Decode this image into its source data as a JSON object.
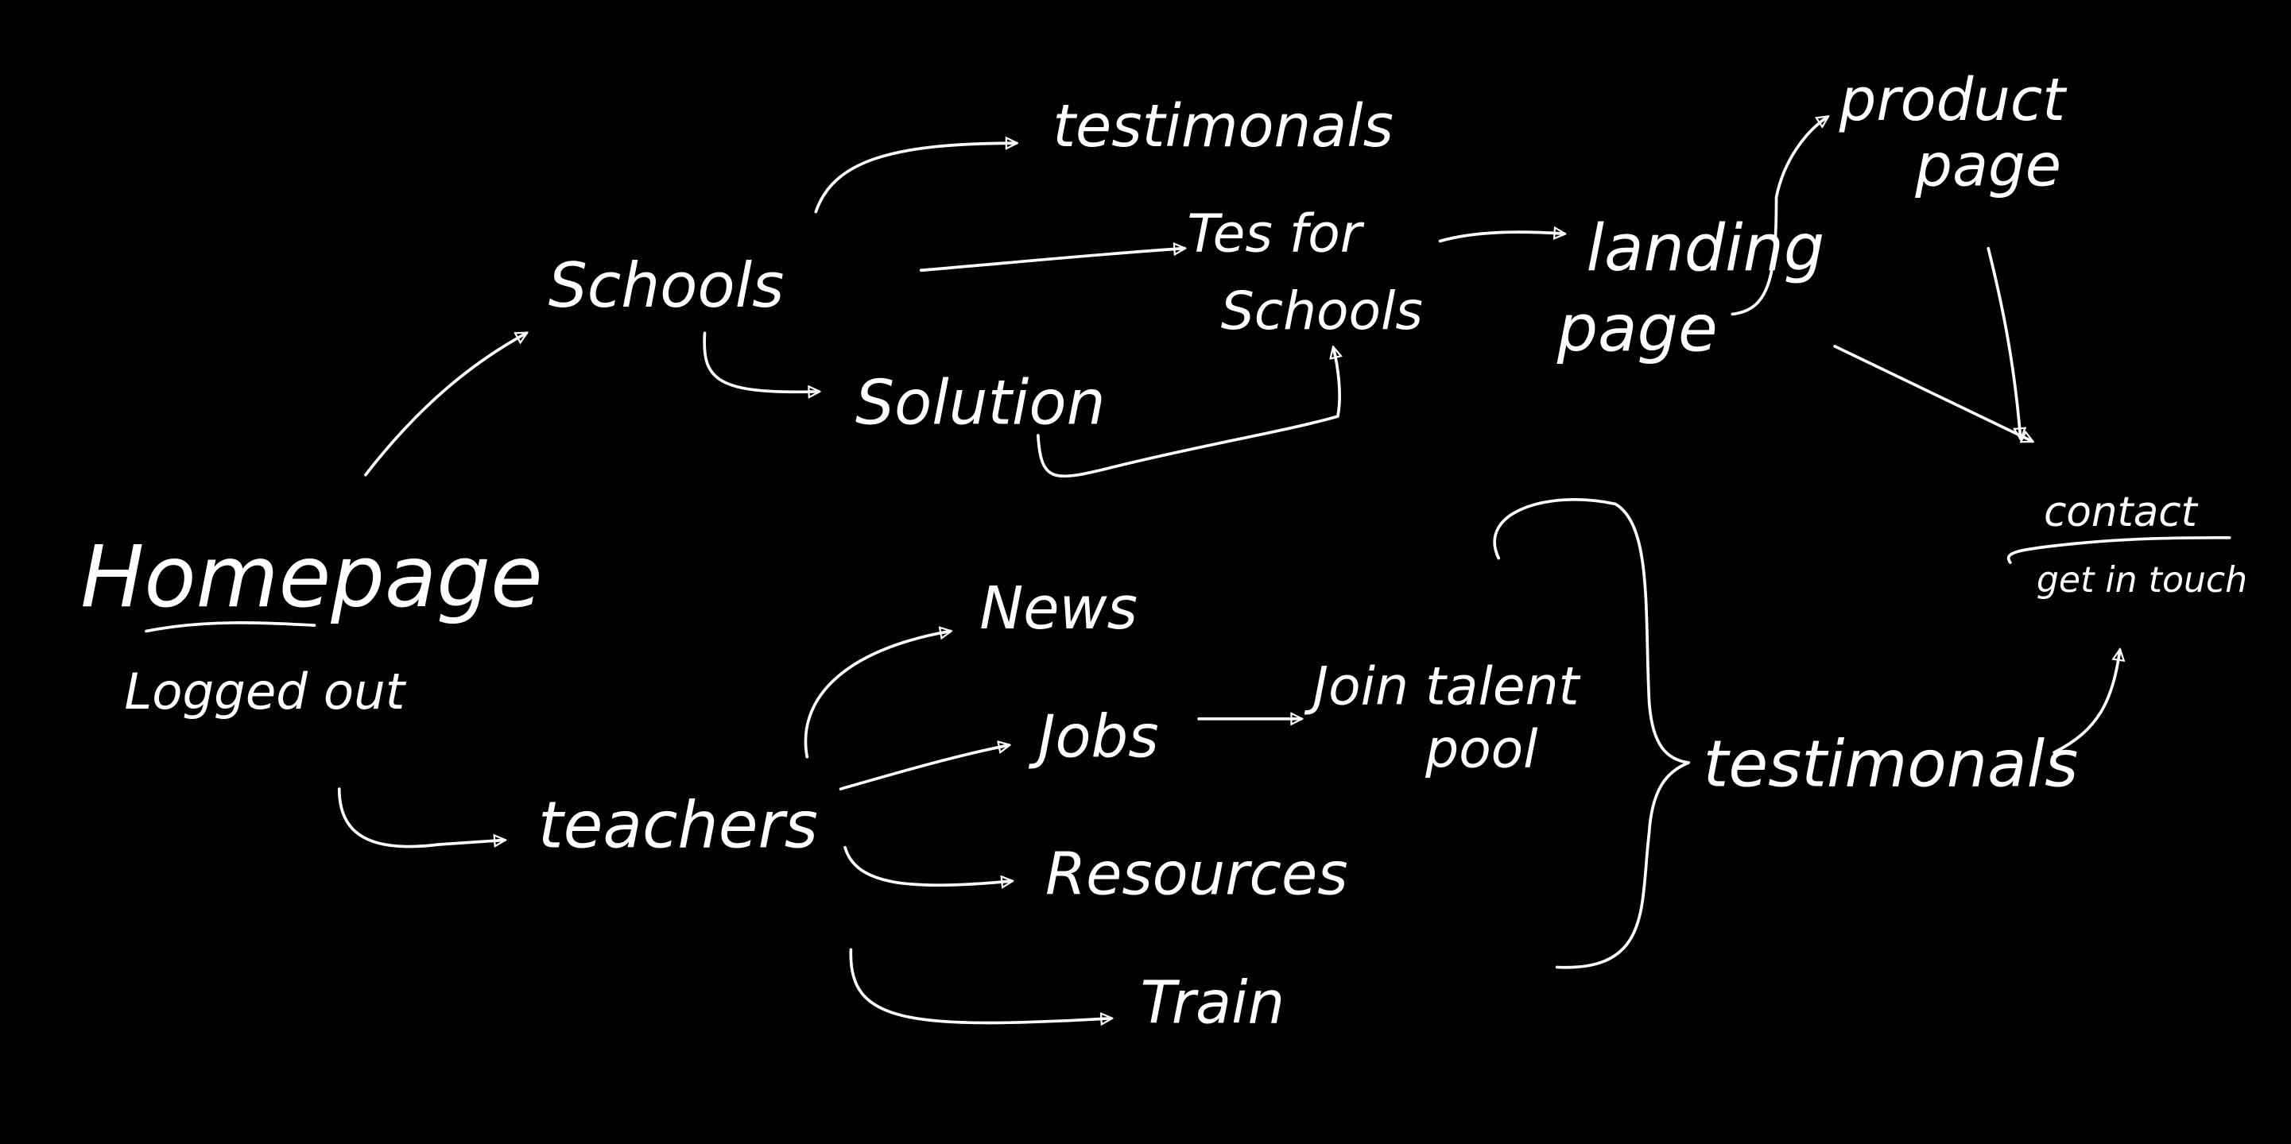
{
  "background_color": "#000000",
  "ink_color": "#ffffff",
  "nodes": {
    "homepage": "Homepage",
    "logged_out": "Logged out",
    "schools": "Schools",
    "testimonials_top": "testimonals",
    "tes_for_schools_1": "Tes for",
    "tes_for_schools_2": "Schools",
    "solution": "Solution",
    "landing_1": "landing",
    "landing_2": "page",
    "product_1": "product",
    "product_2": "page",
    "contact": "contact",
    "get_in_touch": "get in touch",
    "teachers": "teachers",
    "news": "News",
    "jobs": "Jobs",
    "join_1": "Join talent",
    "join_2": "pool",
    "resources": "Resources",
    "train": "Train",
    "testimonials_bottom": "testimonals"
  }
}
